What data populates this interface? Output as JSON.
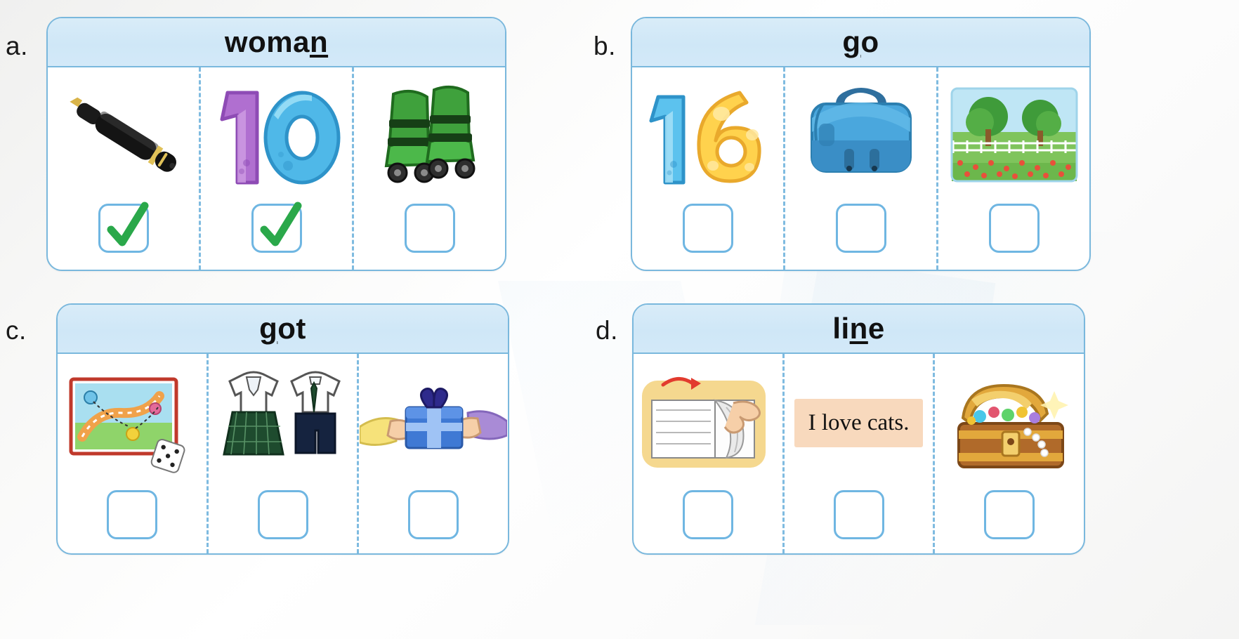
{
  "worksheet": {
    "type": "phonics-picture-selection",
    "theme_color": "#7ab8dd",
    "check_color": "#2aa84a",
    "items": [
      {
        "label": "a.",
        "word": "woman",
        "word_prefix": "woma",
        "word_underlined": "n",
        "word_suffix": "",
        "cells": [
          {
            "picture": "fountain-pen",
            "alt": "black fountain pen",
            "checked": true
          },
          {
            "picture": "number-ten",
            "alt": "number 10 purple and blue",
            "checked": true
          },
          {
            "picture": "roller-skates",
            "alt": "green roller skates",
            "checked": false
          }
        ]
      },
      {
        "label": "b.",
        "word": "go",
        "word_prefix": "",
        "word_underlined": "g",
        "word_suffix": "o",
        "cells": [
          {
            "picture": "number-sixteen",
            "alt": "number 16 blue and yellow",
            "checked": false
          },
          {
            "picture": "backpack",
            "alt": "blue school bag",
            "checked": false
          },
          {
            "picture": "garden",
            "alt": "garden with trees and flowers",
            "checked": false
          }
        ]
      },
      {
        "label": "c.",
        "word": "got",
        "word_prefix": "",
        "word_underlined": "g",
        "word_suffix": "ot",
        "cells": [
          {
            "picture": "board-game",
            "alt": "board game with dice",
            "checked": false
          },
          {
            "picture": "school-uniform",
            "alt": "school uniform skirt and shorts",
            "checked": false
          },
          {
            "picture": "gift-exchange",
            "alt": "hands giving a blue present",
            "checked": false
          }
        ]
      },
      {
        "label": "d.",
        "word": "line",
        "word_prefix": "li",
        "word_underlined": "n",
        "word_suffix": "e",
        "cells": [
          {
            "picture": "turning-page",
            "alt": "hand turning a page of an open book",
            "checked": false
          },
          {
            "picture": "sentence-card",
            "alt": "sentence card",
            "caption": "I love cats.",
            "checked": false
          },
          {
            "picture": "treasure-chest",
            "alt": "open treasure chest with jewels",
            "checked": false
          }
        ]
      }
    ]
  }
}
